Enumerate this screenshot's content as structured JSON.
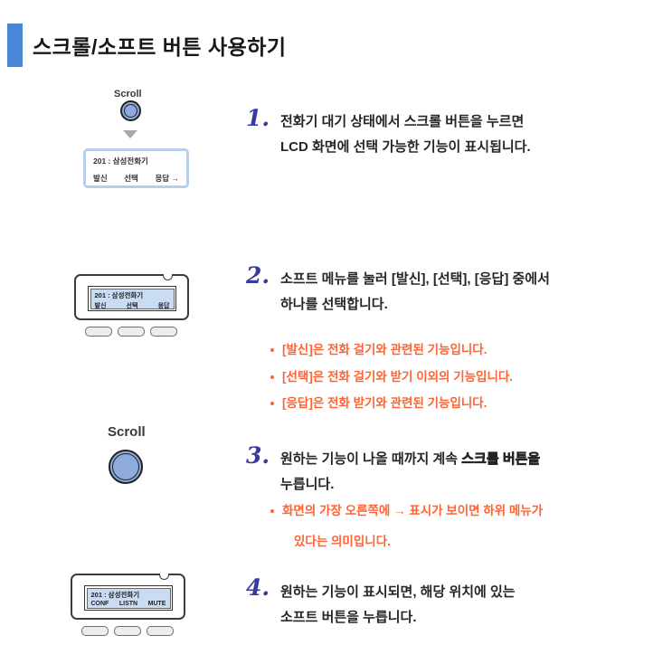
{
  "title": "스크롤/소프트 버튼 사용하기",
  "scroll_label": "Scroll",
  "step1": {
    "number": "1.",
    "line1": "전화기 대기 상태에서 스크롤 버튼을 누르면",
    "line2": "LCD 화면에 선택 가능한 기능이 표시됩니다.",
    "lcd": {
      "line1": "201 : 삼성전화기",
      "key1": "발신",
      "key2": "선택",
      "key3": "응답 →"
    }
  },
  "step2": {
    "number": "2.",
    "line1": "소프트 메뉴를 눌러 [발신], [선택], [응답] 중에서",
    "line2": "하나를 선택합니다.",
    "lcd": {
      "line1": "201 : 삼성전화기",
      "key1": "발신",
      "key2": "선택",
      "key3": "응답"
    },
    "bullets": [
      "[발신]은 전화 걸기와 관련된 기능입니다.",
      "[선택]은 전화 걸기와 받기 이외의 기능입니다.",
      "[응답]은 전화 받기와 관련된 기능입니다."
    ]
  },
  "step3": {
    "number": "3.",
    "line1_pre": "원하는 기능이 나올 때까지 계속 ",
    "line1_bold": "스크롤 버튼을",
    "line2": "누릅니다.",
    "bullet_line1": "화면의 가장 오른쪽에 → 표시가 보이면 하위 메뉴가",
    "bullet_line2": "있다는 의미입니다."
  },
  "step4": {
    "number": "4.",
    "line1": "원하는 기능이 표시되면, 해당 위치에 있는",
    "line2": "소프트 버튼을 누릅니다.",
    "lcd": {
      "line1": "201 : 삼성전화기",
      "key1": "CONF",
      "key2": "LISTN",
      "key3": "MUTE"
    }
  },
  "colors": {
    "accent_bar": "#4a86d8",
    "step_number": "#3a3a9e",
    "bullet_text": "#ff6333",
    "lcd_fill": "#c9dcf4",
    "scroll_button_fill": "#8faadc"
  }
}
